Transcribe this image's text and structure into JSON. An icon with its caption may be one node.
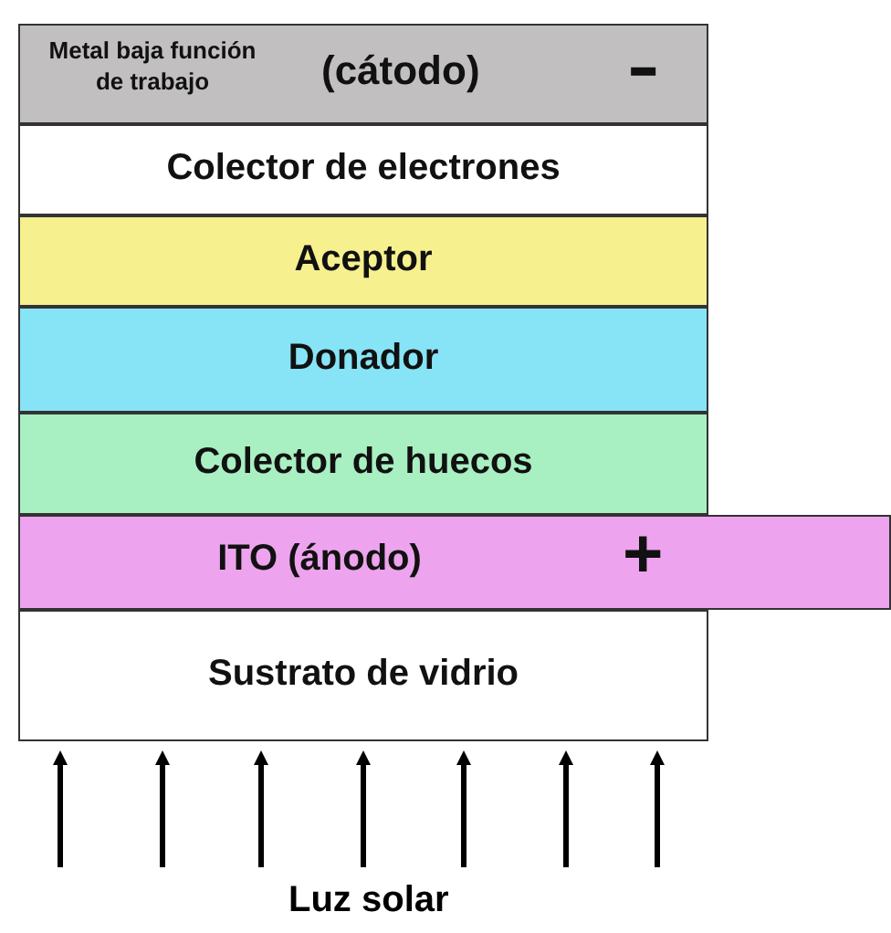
{
  "diagram": {
    "nodes": [
      {
        "text": [
          "Metal baja función de trabajo",
          "(cátodo)",
          "-"
        ]
      },
      {
        "text": [
          "Colector de electrones"
        ]
      },
      {
        "text": [
          "Aceptor"
        ]
      },
      {
        "text": [
          "Donador"
        ]
      },
      {
        "text": [
          "Colector de huecos"
        ]
      },
      {
        "text": [
          "ITO (ánodo)",
          "+"
        ]
      },
      {
        "text": [
          "Sustrato de vidrio"
        ]
      }
    ],
    "edges": [
      {
        "from": null,
        "to": 6,
        "arrow": "to"
      },
      {
        "from": null,
        "to": 6,
        "arrow": "to"
      },
      {
        "from": null,
        "to": 6,
        "arrow": "to"
      },
      {
        "from": null,
        "to": 6,
        "arrow": "to"
      },
      {
        "from": null,
        "to": 6,
        "arrow": "to"
      },
      {
        "from": null,
        "to": 6,
        "arrow": "to"
      },
      {
        "from": null,
        "to": 6,
        "arrow": "to"
      }
    ],
    "labels": [
      "Luz solar"
    ]
  }
}
